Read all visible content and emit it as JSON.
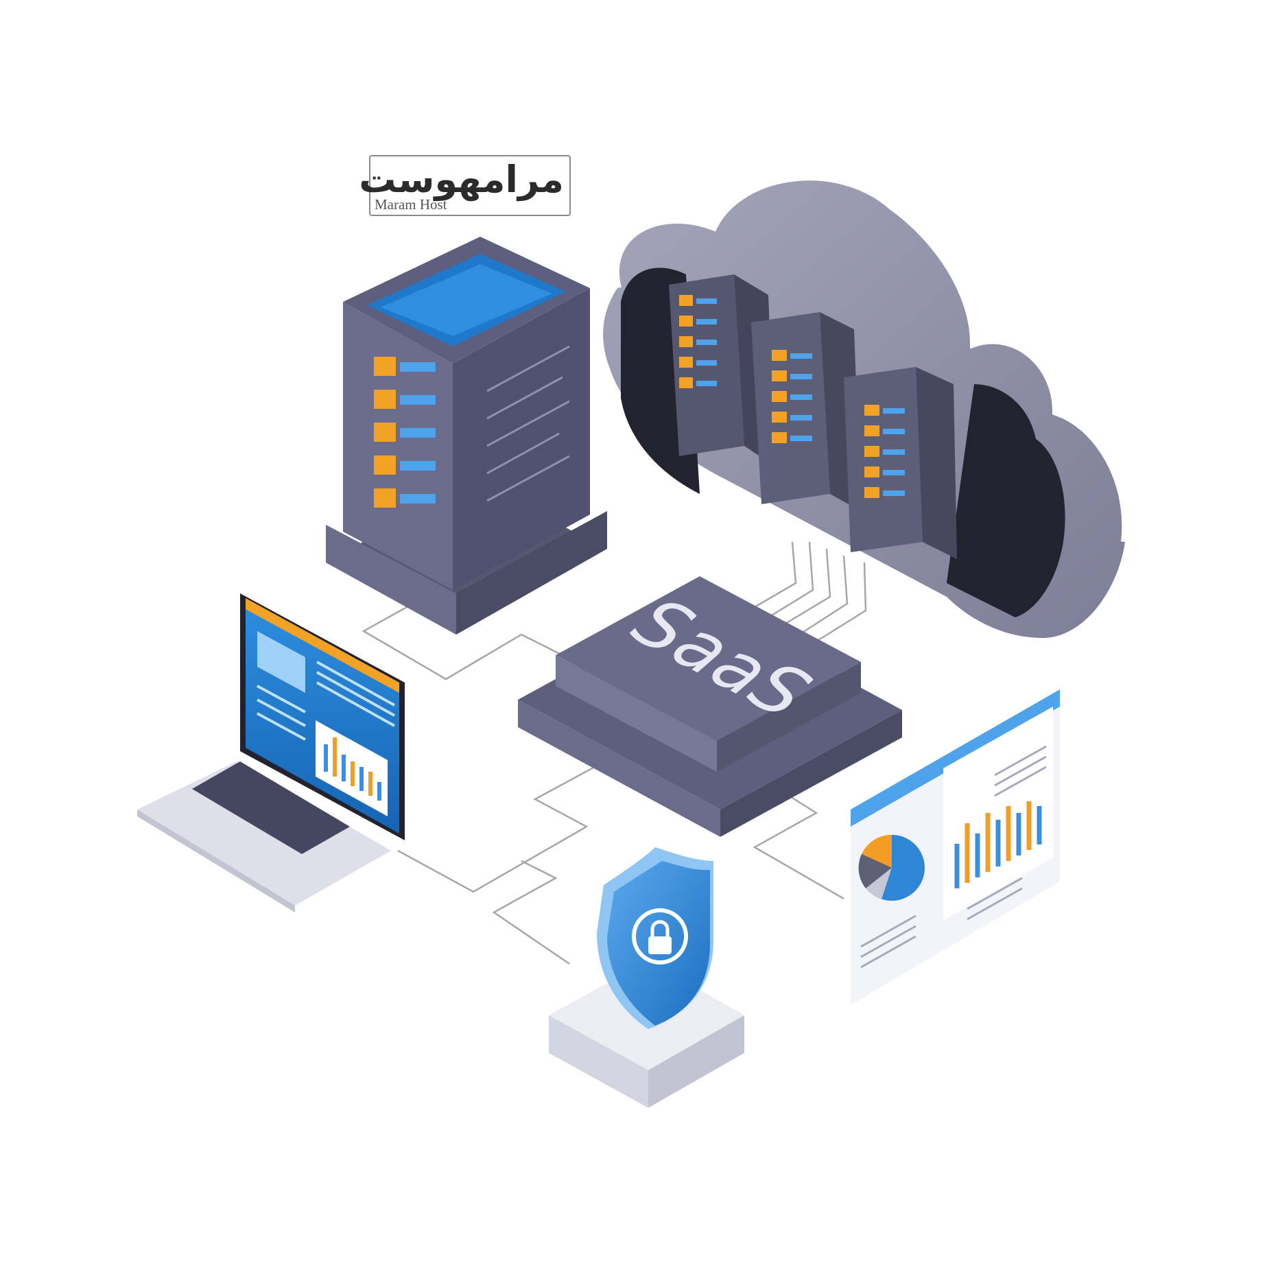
{
  "logo": {
    "arabic_text": "مرامهوست",
    "latin_text": "Maram Host"
  },
  "center_block": {
    "label": "SaaS"
  },
  "nodes": {
    "server_rack": "server-rack-icon",
    "cloud_servers": "cloud-datacenter-icon",
    "laptop": "laptop-dashboard-icon",
    "security": "shield-lock-icon",
    "analytics": "analytics-report-icon"
  },
  "colors": {
    "server_dark": "#4f5070",
    "server_mid": "#6b6c8c",
    "panel_orange": "#f4a225",
    "screen_blue": "#1f78c9",
    "cloud_gray": "#8e8fa6",
    "line_gray": "#9a9a9a",
    "shield_blue": "#2d86d6",
    "bar_blue": "#3a8fe0",
    "bar_orange": "#f39c26",
    "brand_red": "#c8151b"
  }
}
